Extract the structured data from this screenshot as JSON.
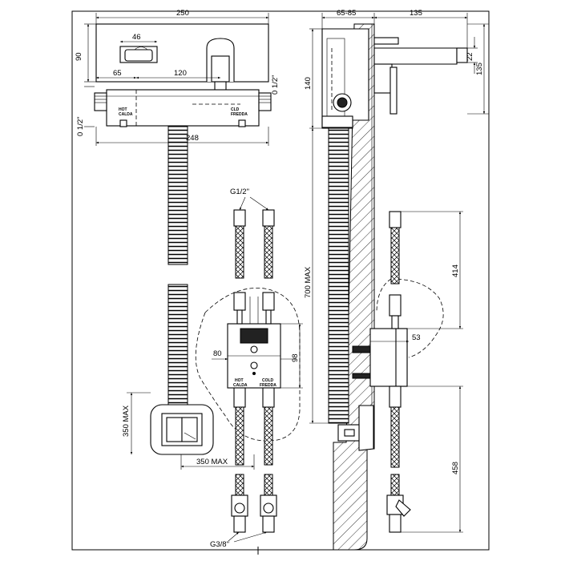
{
  "labels": {
    "front": {
      "width_250": "250",
      "width_46": "46",
      "height_90": "90",
      "offset_65": "65",
      "center_120": "120",
      "thread_left": "0 1/2\"",
      "thread_right": "0 1/2\"",
      "width_248": "248",
      "hot_en": "HOT",
      "hot_it": "CALDA",
      "cold_en": "CLD",
      "cold_it": "FREDDA",
      "inlet_thread": "G1/2\"",
      "box_80": "80",
      "box_98": "98",
      "box_hot_en": "HOT",
      "box_hot_it": "CALDA",
      "box_cold_en": "COLD",
      "box_cold_it": "FREDDA",
      "max_350_v": "350  MAX",
      "max_350_h": "350  MAX",
      "outlet_thread": "G3/8\""
    },
    "side": {
      "range_65_85": "65-85",
      "spout_135": "135",
      "spout_22": "22",
      "height_135": "135",
      "height_140": "140",
      "max_700": "700  MAX",
      "height_414": "414",
      "depth_53": "53",
      "height_458": "458"
    }
  }
}
